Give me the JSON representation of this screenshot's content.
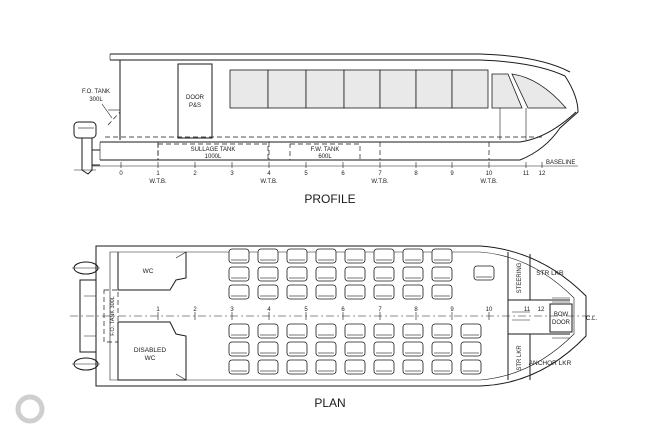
{
  "profile": {
    "title": "PROFILE",
    "labels": {
      "fo_tank": [
        "F.O. TANK",
        "300L"
      ],
      "door": [
        "DOOR",
        "P&S"
      ],
      "sullage_tank": [
        "SULLAGE TANK",
        "1000L"
      ],
      "fw_tank": [
        "F.W. TANK",
        "600L"
      ],
      "baseline": "BASELINE"
    },
    "frames": [
      "0",
      "1",
      "2",
      "3",
      "4",
      "5",
      "6",
      "7",
      "8",
      "9",
      "10",
      "11",
      "12"
    ],
    "wtb": "W.T.B."
  },
  "plan": {
    "title": "PLAN",
    "labels": {
      "wc": "WC",
      "disabled_wc": [
        "DISABLED",
        "WC"
      ],
      "fo_tank": "F.O. TANK 300L",
      "steering": "STEERING",
      "str_lkr": "STR LKR",
      "bow_door": [
        "BOW",
        "DOOR"
      ],
      "anchor_lkr": "ANCHOR LKR",
      "cl": "C.L."
    },
    "frames": [
      "1",
      "2",
      "3",
      "4",
      "5",
      "6",
      "7",
      "8",
      "9",
      "10",
      "11",
      "12"
    ]
  },
  "badge_icon": "brand-ring-icon"
}
